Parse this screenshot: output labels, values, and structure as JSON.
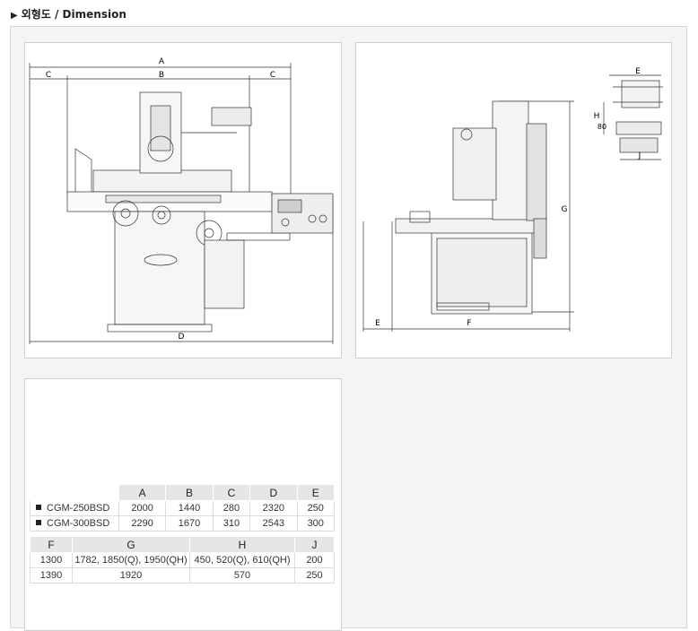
{
  "heading": {
    "marker": "▶",
    "text": "외형도 / Dimension"
  },
  "front_view": {
    "labels": {
      "A": "A",
      "B": "B",
      "C_left": "C",
      "C_right": "C",
      "D": "D"
    }
  },
  "side_view": {
    "labels": {
      "E": "E",
      "F": "F",
      "G": "G",
      "E_top": "E",
      "H": "H",
      "h80": "80",
      "J": "J"
    }
  },
  "table1": {
    "headers": [
      "",
      "A",
      "B",
      "C",
      "D",
      "E"
    ],
    "rows": [
      {
        "model": "CGM-250BSD",
        "A": "2000",
        "B": "1440",
        "C": "280",
        "D": "2320",
        "E": "250"
      },
      {
        "model": "CGM-300BSD",
        "A": "2290",
        "B": "1670",
        "C": "310",
        "D": "2543",
        "E": "300"
      }
    ]
  },
  "table2": {
    "headers": [
      "F",
      "G",
      "H",
      "J"
    ],
    "rows": [
      {
        "F": "1300",
        "G": "1782, 1850(Q), 1950(QH)",
        "H": "450, 520(Q), 610(QH)",
        "J": "200"
      },
      {
        "F": "1390",
        "G": "1920",
        "H": "570",
        "J": "250"
      }
    ]
  }
}
